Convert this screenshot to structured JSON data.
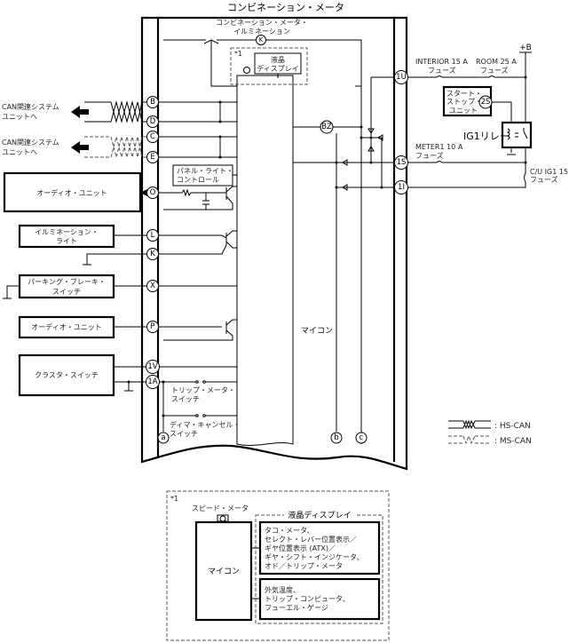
{
  "title": "コンビネーション・メータ",
  "illumination_label": [
    "コンビネーション・メータ・",
    "イルミネーション"
  ],
  "lcd_label": [
    "液晶",
    "ディスプレイ"
  ],
  "note_mark": "*1",
  "microcomputer_label": "マイコン",
  "panel_light_control": [
    "パネル・ライト・",
    "コントロール"
  ],
  "buzzer": "BZ",
  "left_connectors": [
    "B",
    "D",
    "C",
    "E",
    "O",
    "L",
    "K",
    "X",
    "P",
    "1V",
    "1A",
    "a"
  ],
  "bottom_connectors": [
    "b",
    "c"
  ],
  "right_connectors": [
    "1U",
    "1S",
    "1I"
  ],
  "lamp_symbol": "K",
  "can_label_1": [
    "CAN関連システム",
    "ユニットへ"
  ],
  "can_label_2": [
    "CAN関連システム",
    "ユニットへ"
  ],
  "external_units": {
    "audio_unit_1": "オーディオ・ユニット",
    "illumination_light": [
      "イルミネーション・",
      "ライト"
    ],
    "parking_brake_switch": [
      "パーキング・ブレーキ・",
      "スイッチ"
    ],
    "audio_unit_2": "オーディオ・ユニット",
    "cluster_switch": "クラスタ・スイッチ"
  },
  "switches": {
    "trip_meter": [
      "トリップ・メータ・",
      "スイッチ"
    ],
    "dimmer_cancel": [
      "ディマ・キャンセル・",
      "スイッチ"
    ]
  },
  "power": {
    "plus_b": "+B",
    "interior_fuse": [
      "INTERIOR 15 A",
      "フューズ"
    ],
    "room_fuse": [
      "ROOM 25 A",
      "フューズ"
    ],
    "start_stop_unit": [
      "スタート・",
      "ストップ・",
      "ユニット"
    ],
    "start_stop_connector": "2S",
    "ig1_relay": "IG1リレー",
    "meter1_fuse": [
      "METER1 10 A",
      "フューズ"
    ],
    "cu_ig1_fuse": [
      "C/U IG1 15 A",
      "フューズ"
    ]
  },
  "legend": {
    "hs_can": ": HS-CAN",
    "ms_can": ": MS-CAN"
  },
  "detail_box": {
    "note_mark": "*1",
    "speedometer": "スピード・メータ",
    "microcomputer": "マイコン",
    "lcd_title": "液晶ディスプレイ",
    "lcd_items_1": [
      "タコ・メータ、",
      "セレクト・レバー位置表示／",
      "ギヤ位置表示 (ATX)／",
      "ギヤ・シフト・インジケータ、",
      "オド／トリップ・メータ"
    ],
    "lcd_items_2": [
      "外気温度、",
      "トリップ・コンピュータ、",
      "フューエル・ゲージ"
    ]
  }
}
